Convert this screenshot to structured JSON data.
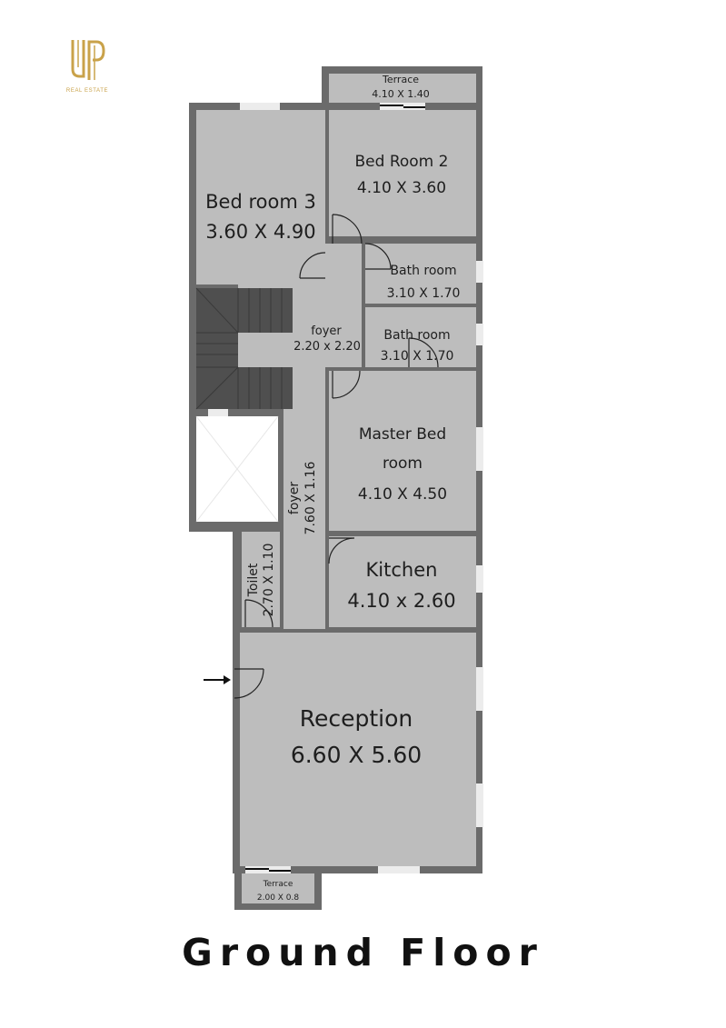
{
  "brand": {
    "logo_text": "UP",
    "tagline": "REAL ESTATE",
    "color": "#c9a24a"
  },
  "floor_title": "Ground Floor",
  "colors": {
    "wall": "#6b6b6b",
    "floor": "#bdbdbd",
    "stairs": "#4f4f4f",
    "window": "#ececec"
  },
  "rooms": {
    "terrace_top": {
      "name": "Terrace",
      "size": "4.10 X 1.40"
    },
    "bed_room_2": {
      "name": "Bed Room 2",
      "size": "4.10 X 3.60"
    },
    "bed_room_3": {
      "name": "Bed room 3",
      "size": "3.60 X 4.90"
    },
    "bath_room_1": {
      "name": "Bath room",
      "size": "3.10 X 1.70"
    },
    "bath_room_2": {
      "name": "Bath room",
      "size": "3.10 X 1.70"
    },
    "foyer_upper": {
      "name": "foyer",
      "size": "2.20 x 2.20"
    },
    "foyer_long": {
      "name": "foyer",
      "size": "7.60 X 1.16"
    },
    "master_bed": {
      "name_line1": "Master Bed",
      "name_line2": "room",
      "size": "4.10 X 4.50"
    },
    "toilet": {
      "name": "Toilet",
      "size": "2.70 X 1.10"
    },
    "kitchen": {
      "name": "Kitchen",
      "size": "4.10 x 2.60"
    },
    "reception": {
      "name": "Reception",
      "size": "6.60 X 5.60"
    },
    "terrace_bottom": {
      "name": "Terrace",
      "size": "2.00 X 0.8"
    }
  },
  "icons": {
    "entrance": "entrance-arrow-icon",
    "door": "door-swing-icon",
    "stairs": "staircase-icon"
  }
}
